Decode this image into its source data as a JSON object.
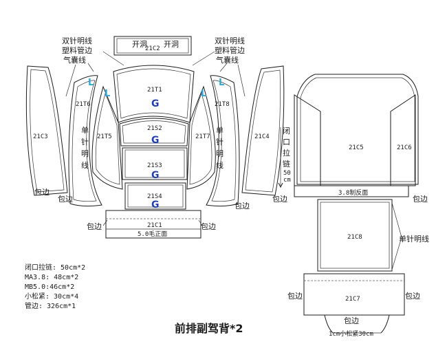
{
  "title": "前排副驾背*2",
  "notes": [
    "闭口拉链: 50cm*2",
    "MA3.8: 48cm*2",
    "MB5.0:46cm*2",
    "小松紧: 30cm*4",
    "管边: 326cm*1"
  ],
  "colors": {
    "line": "#1a1a1a",
    "g_mark": "#1f3fbf",
    "l_mark": "#2fa8d8"
  },
  "pieces": {
    "c1": "21C1",
    "c2": "21C2",
    "c3": "21C3",
    "c4": "21C4",
    "c5": "21C5",
    "c6": "21C6",
    "c7": "21C7",
    "c8": "21C8",
    "t1": "21T1",
    "t5": "21T5",
    "t6": "21T6",
    "t7": "21T7",
    "t8": "21T8",
    "s2": "21S2",
    "s3": "21S3",
    "s4": "21S4"
  },
  "labels": {
    "kaidong": "开洞",
    "twin_needle": "双针明线",
    "plastic_piping": "塑料管边",
    "airbag_line": "气囊线",
    "single_needle_1": "单",
    "single_needle_2": "针",
    "single_needle_3": "明",
    "single_needle_4": "线",
    "single_needle_h": "单针明线",
    "baobian": "包边",
    "g": "G",
    "l": "L",
    "c1_note": "5.0毛正面",
    "c5_note": "3.8制反面",
    "zip_1": "闭",
    "zip_2": "口",
    "zip_3": "拉",
    "zip_4": "链",
    "zip_5": "50",
    "zip_6": "cm",
    "c7_note": "1cm小松紧30cm"
  }
}
